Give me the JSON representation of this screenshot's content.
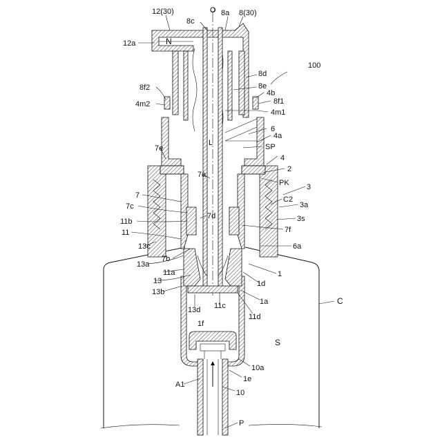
{
  "labels": {
    "top_axis": "O",
    "l12": "12(30)",
    "l8": "8(30)",
    "l8a": "8a",
    "l8c": "8c",
    "l12a": "12a",
    "lN": "N",
    "l100": "100",
    "l8d": "8d",
    "l8e": "8e",
    "l4b": "4b",
    "l8f1": "8f1",
    "l8f2": "8f2",
    "l4m2": "4m2",
    "l4m1": "4m1",
    "l6": "6",
    "l4a": "4a",
    "lL": "L",
    "lSP": "SP",
    "l7e": "7e",
    "l4": "4",
    "l2": "2",
    "l7a": "7a",
    "lPK": "PK",
    "l3": "3",
    "l7": "7",
    "lC2": "C2",
    "l3a": "3a",
    "l7c": "7c",
    "l7d": "7d",
    "l3s": "3s",
    "l11b": "11b",
    "l7f": "7f",
    "l11": "11",
    "l13c": "13c",
    "l6a": "6a",
    "l7b": "7b",
    "l13a": "13a",
    "l1": "1",
    "l11a": "11a",
    "l13": "13",
    "l1d": "1d",
    "l13b": "13b",
    "l1a": "1a",
    "lC": "C",
    "l13d": "13d",
    "l11c": "11c",
    "l11d": "11d",
    "l1f": "1f",
    "lS": "S",
    "l10a": "10a",
    "lA1": "A1",
    "l1e": "1e",
    "l10": "10",
    "lP": "P"
  }
}
